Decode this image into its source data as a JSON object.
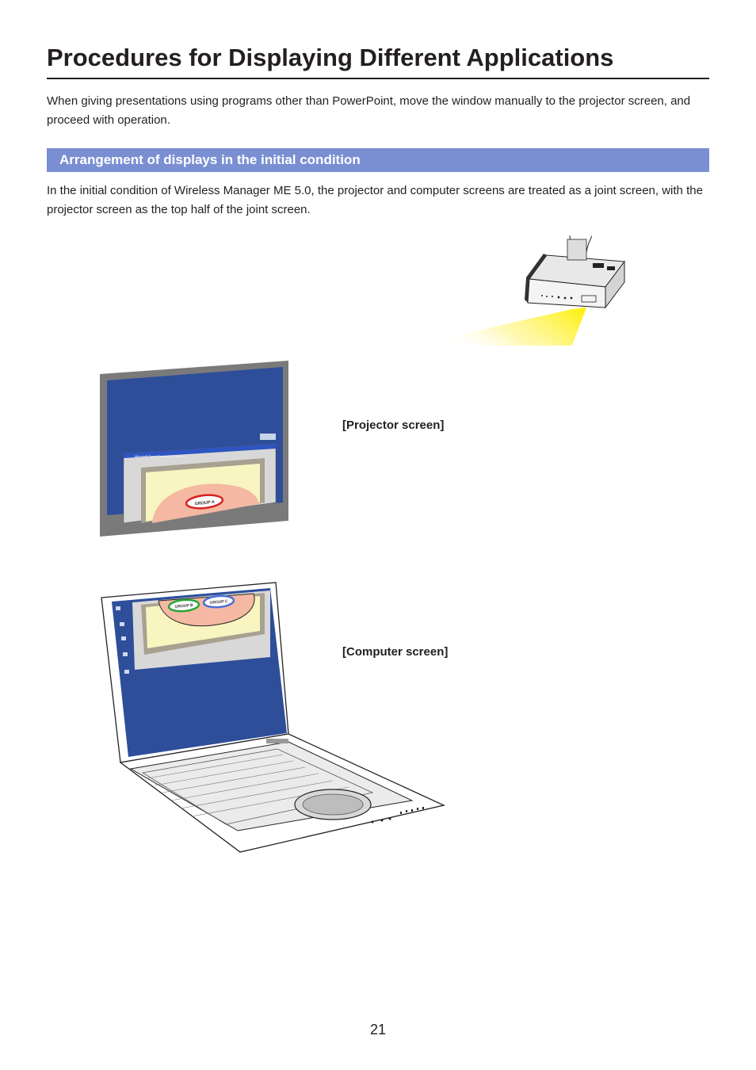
{
  "page": {
    "title": "Procedures for Displaying Different Applications",
    "intro": "When giving presentations using programs other than PowerPoint, move the window manually to the projector screen, and proceed with operation.",
    "section_heading": "Arrangement of displays in the initial condition",
    "section_text": "In the initial condition of Wireless Manager ME 5.0, the projector and computer screens are treated as a joint screen, with the projector screen as the top half of the joint screen.",
    "page_number": "21"
  },
  "illustration": {
    "projector_caption": "[Projector screen]",
    "computer_caption": "[Computer screen]",
    "window_title": "Microsoft PowerPoint - [DE_Pres...]",
    "group_a": "GROUP A",
    "group_b": "GROUP B",
    "group_c": "GROUP C",
    "desktop_color": "#2e4e9a",
    "slide_color": "#f8f5c0",
    "ellipse_color": "#f5b8a2",
    "beam_color": "#fff000"
  }
}
